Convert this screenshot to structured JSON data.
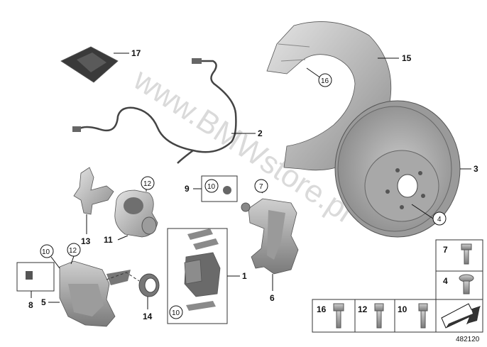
{
  "diagram": {
    "reference_number": "482120",
    "watermark": "www.BMWstore.pl",
    "labels": {
      "p1": "1",
      "p2": "2",
      "p3": "3",
      "p4": "4",
      "p5": "5",
      "p6": "6",
      "p7": "7",
      "p8": "8",
      "p9": "9",
      "p10": "10",
      "p11": "11",
      "p12": "12",
      "p13": "13",
      "p14": "14",
      "p15": "15",
      "p16": "16",
      "p17": "17"
    }
  }
}
